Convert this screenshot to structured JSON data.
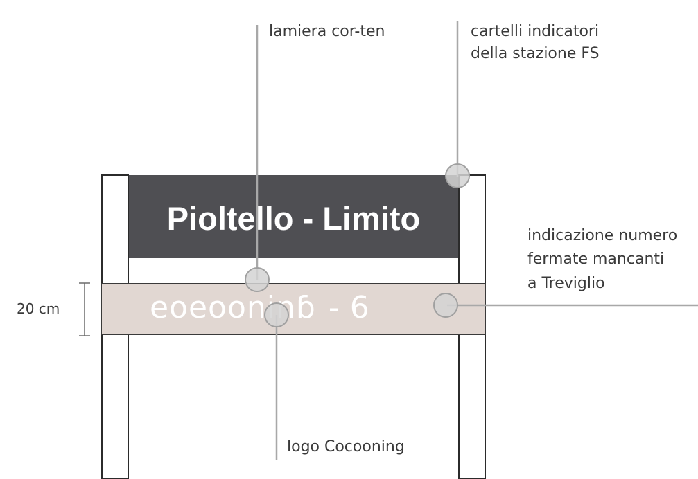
{
  "sign": {
    "station_name": "Pioltello - Limito",
    "logo_text": "eoeooninɓ",
    "separator": "-",
    "stops_remaining": "6"
  },
  "dimension": {
    "band_height": "20 cm"
  },
  "labels": {
    "material": "lamiera cor-ten",
    "station_signs": [
      "cartelli indicatori",
      "della stazione FS"
    ],
    "stops_indicator": [
      "indicazione numero",
      "fermate mancanti",
      "a Treviglio"
    ],
    "logo": "logo Cocooning"
  },
  "colors": {
    "sign_background": "#4f4f53",
    "band_background": "#e1d7d2",
    "leader_line": "#a8a8a8",
    "marker_fill": "#d4d4d4"
  }
}
